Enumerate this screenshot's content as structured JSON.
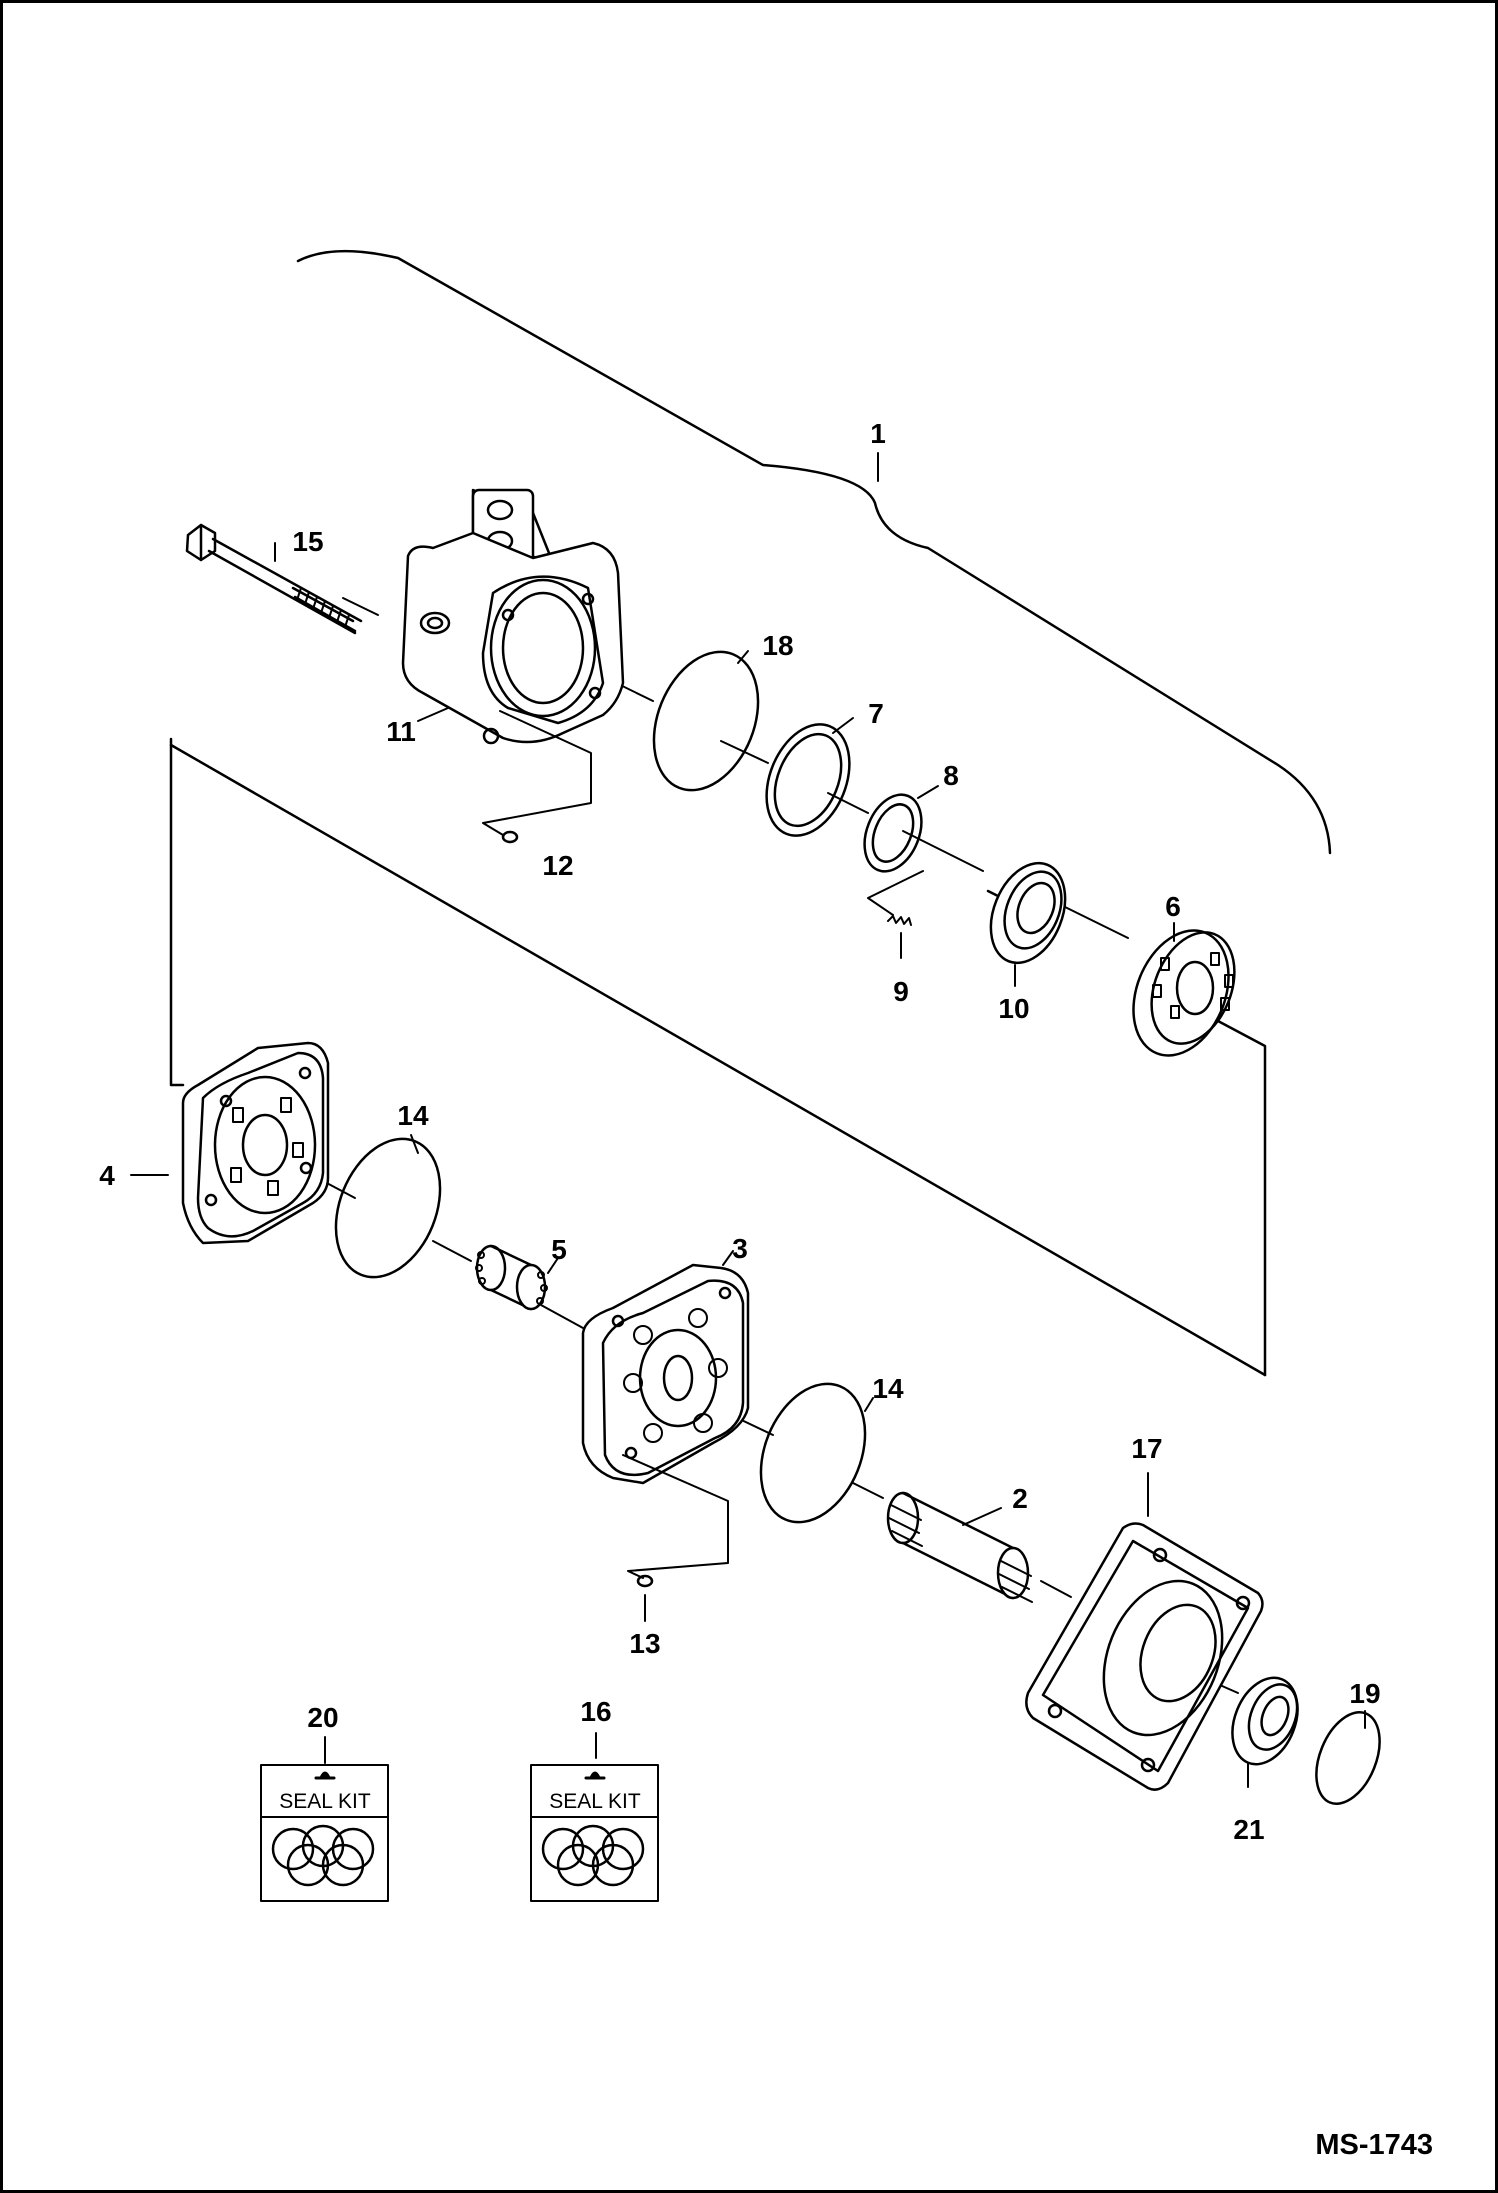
{
  "drawing_number": "MS-1743",
  "callouts": {
    "c1": "1",
    "c2": "2",
    "c3": "3",
    "c4": "4",
    "c5": "5",
    "c6": "6",
    "c7": "7",
    "c8": "8",
    "c9": "9",
    "c10": "10",
    "c11": "11",
    "c12": "12",
    "c13": "13",
    "c14a": "14",
    "c14b": "14",
    "c15": "15",
    "c16": "16",
    "c17": "17",
    "c18": "18",
    "c19": "19",
    "c20": "20",
    "c21": "21"
  },
  "seal_kits": {
    "kit20_label": "SEAL KIT",
    "kit16_label": "SEAL KIT"
  }
}
